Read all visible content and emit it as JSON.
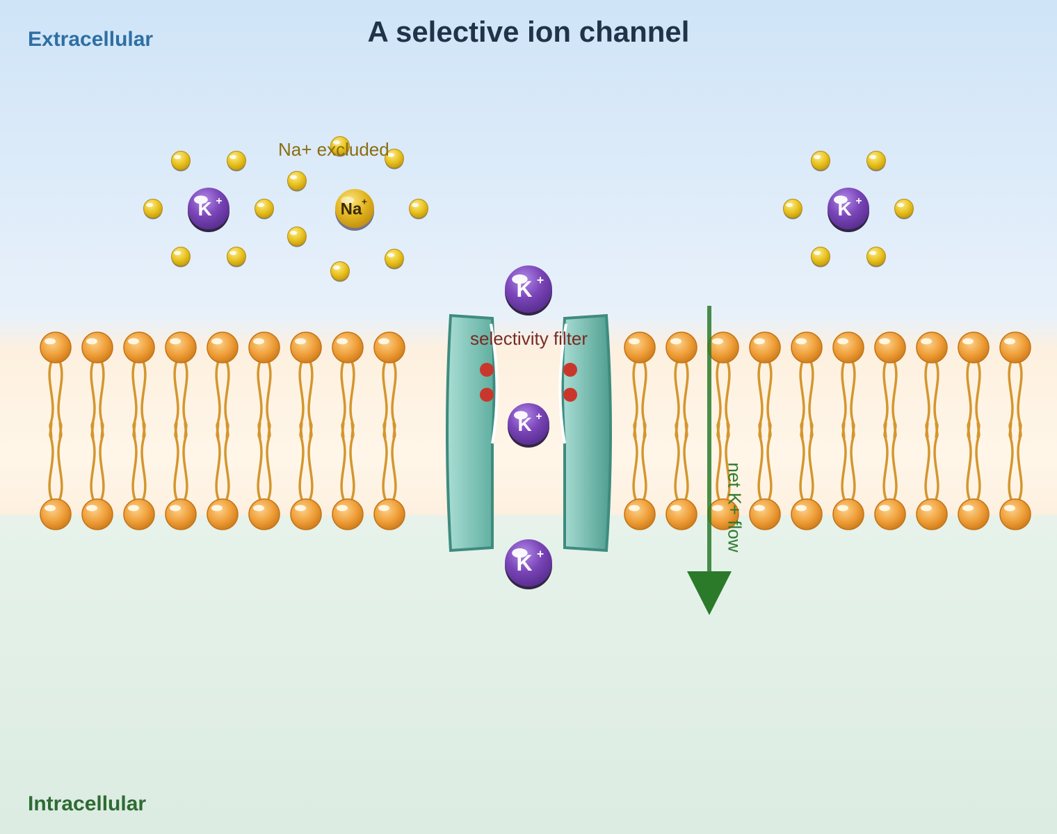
{
  "title": "A selective ion channel",
  "regions": {
    "extracellular": "Extracellular",
    "intracellular": "Intracellular"
  },
  "labels": {
    "na_excluded": "Na+ excluded",
    "selectivity_filter": "selectivity filter",
    "net_flow": "net K+ flow"
  },
  "ions": {
    "potassium": {
      "symbol": "K",
      "charge": "+"
    },
    "sodium": {
      "symbol": "Na",
      "charge": "+"
    }
  },
  "colors": {
    "potassium": "#7a45b8",
    "sodium": "#e2b21e",
    "water": "#e8c21e",
    "lipid_head": "#f0a03a",
    "lipid_tail": "#d4962e",
    "channel": "#6fbfb1",
    "filter_site": "#c9372c",
    "flow_arrow": "#2a7a2a"
  }
}
